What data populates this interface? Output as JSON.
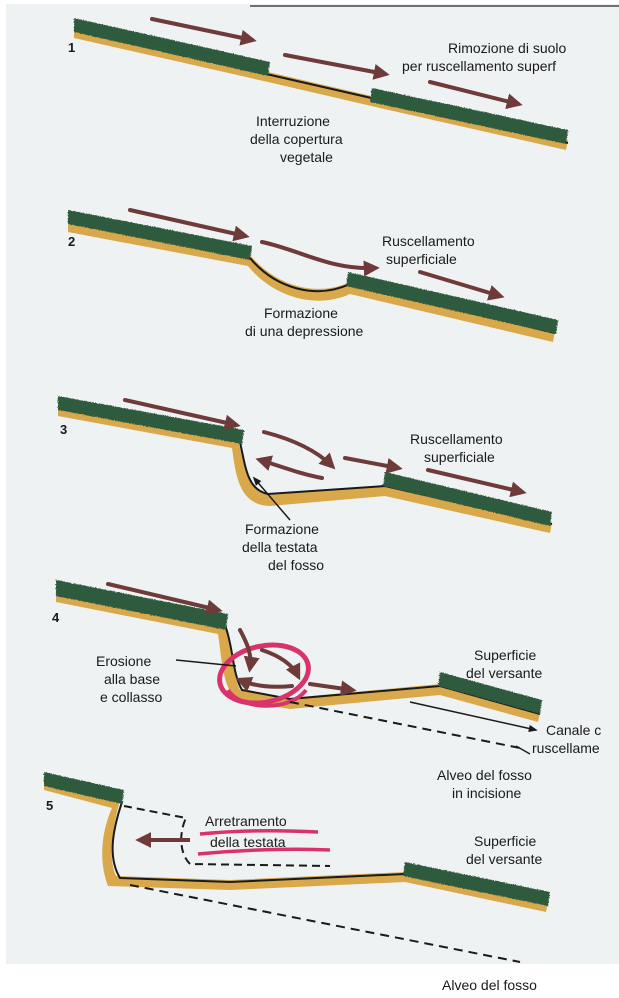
{
  "panels": [
    {
      "number": "1",
      "labels": [
        "Rimozione di suolo",
        "per ruscellamento superf",
        "Interruzione",
        "della copertura",
        "vegetale"
      ]
    },
    {
      "number": "2",
      "labels": [
        "Ruscellamento",
        "superficiale",
        "Formazione",
        "di una depressione"
      ]
    },
    {
      "number": "3",
      "labels": [
        "Ruscellamento",
        "superficiale",
        "Formazione",
        "della testata",
        "del fosso"
      ]
    },
    {
      "number": "4",
      "labels": [
        "Erosione",
        "alla base",
        "e collasso",
        "Superficie",
        "del versante",
        "Canale c",
        "ruscellame",
        "Alveo del fosso",
        "in incisione"
      ]
    },
    {
      "number": "5",
      "labels": [
        "Arretramento",
        "della testata",
        "Superficie",
        "del versante",
        "Alveo del fosso"
      ]
    }
  ],
  "colors": {
    "background": "#eef2f2",
    "vegetation": "#2f5a3e",
    "soil": "#d8a84a",
    "ground_line": "#1a1a1a",
    "flow_arrow": "#6e3b3a",
    "highlight": "#d8336a"
  }
}
